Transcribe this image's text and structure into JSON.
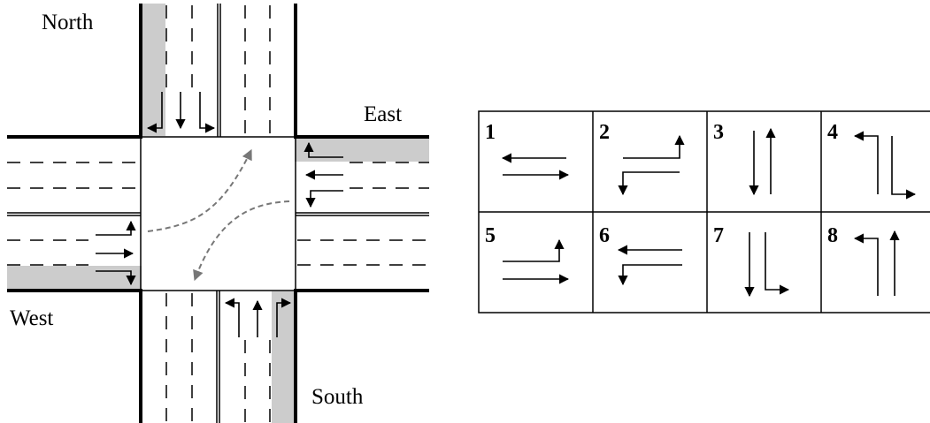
{
  "directions": {
    "north": "North",
    "east": "East",
    "west": "West",
    "south": "South"
  },
  "phases": [
    {
      "number": "1"
    },
    {
      "number": "2"
    },
    {
      "number": "3"
    },
    {
      "number": "4"
    },
    {
      "number": "5"
    },
    {
      "number": "6"
    },
    {
      "number": "7"
    },
    {
      "number": "8"
    }
  ],
  "colors": {
    "lane_shade": "#cccccc",
    "turn_path": "#777777",
    "line": "#000000"
  }
}
